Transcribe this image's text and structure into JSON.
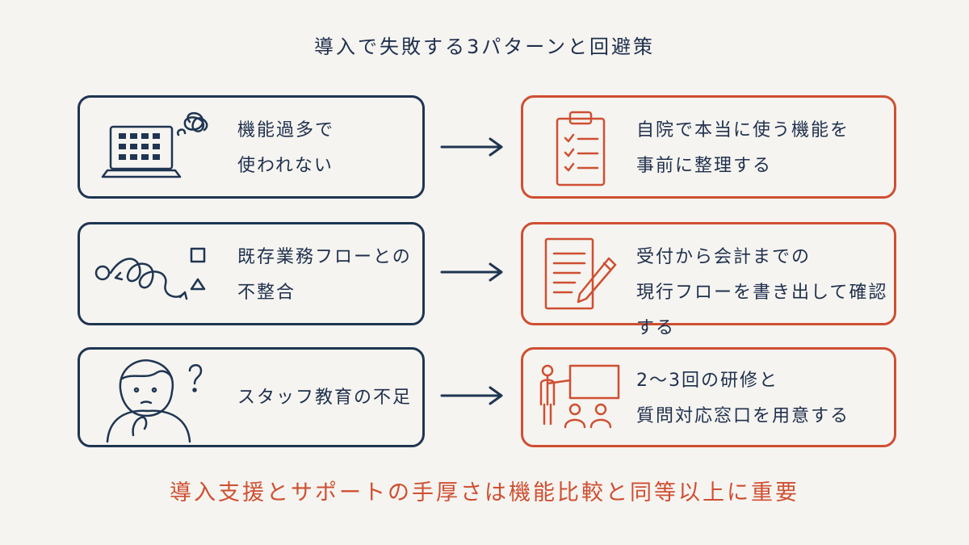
{
  "title": "導入で失敗する3パターンと回避策",
  "rows": [
    {
      "problem": "機能過多で\n使われない",
      "problem_icon": "laptop-overload-icon",
      "solution": "自院で本当に使う機能を\n事前に整理する",
      "solution_icon": "clipboard-checklist-icon"
    },
    {
      "problem": "既存業務フローとの\n不整合",
      "problem_icon": "tangled-flow-icon",
      "solution": "受付から会計までの\n現行フローを書き出して確認する",
      "solution_icon": "document-pen-icon"
    },
    {
      "problem": "スタッフ教育の不足",
      "problem_icon": "confused-person-icon",
      "solution": "2～3回の研修と\n質問対応窓口を用意する",
      "solution_icon": "training-presenter-icon"
    }
  ],
  "footer": "導入支援とサポートの手厚さは機能比較と同等以上に重要",
  "colors": {
    "navy": "#1f3552",
    "orange": "#cf4f32",
    "background": "#f5f4f0"
  }
}
